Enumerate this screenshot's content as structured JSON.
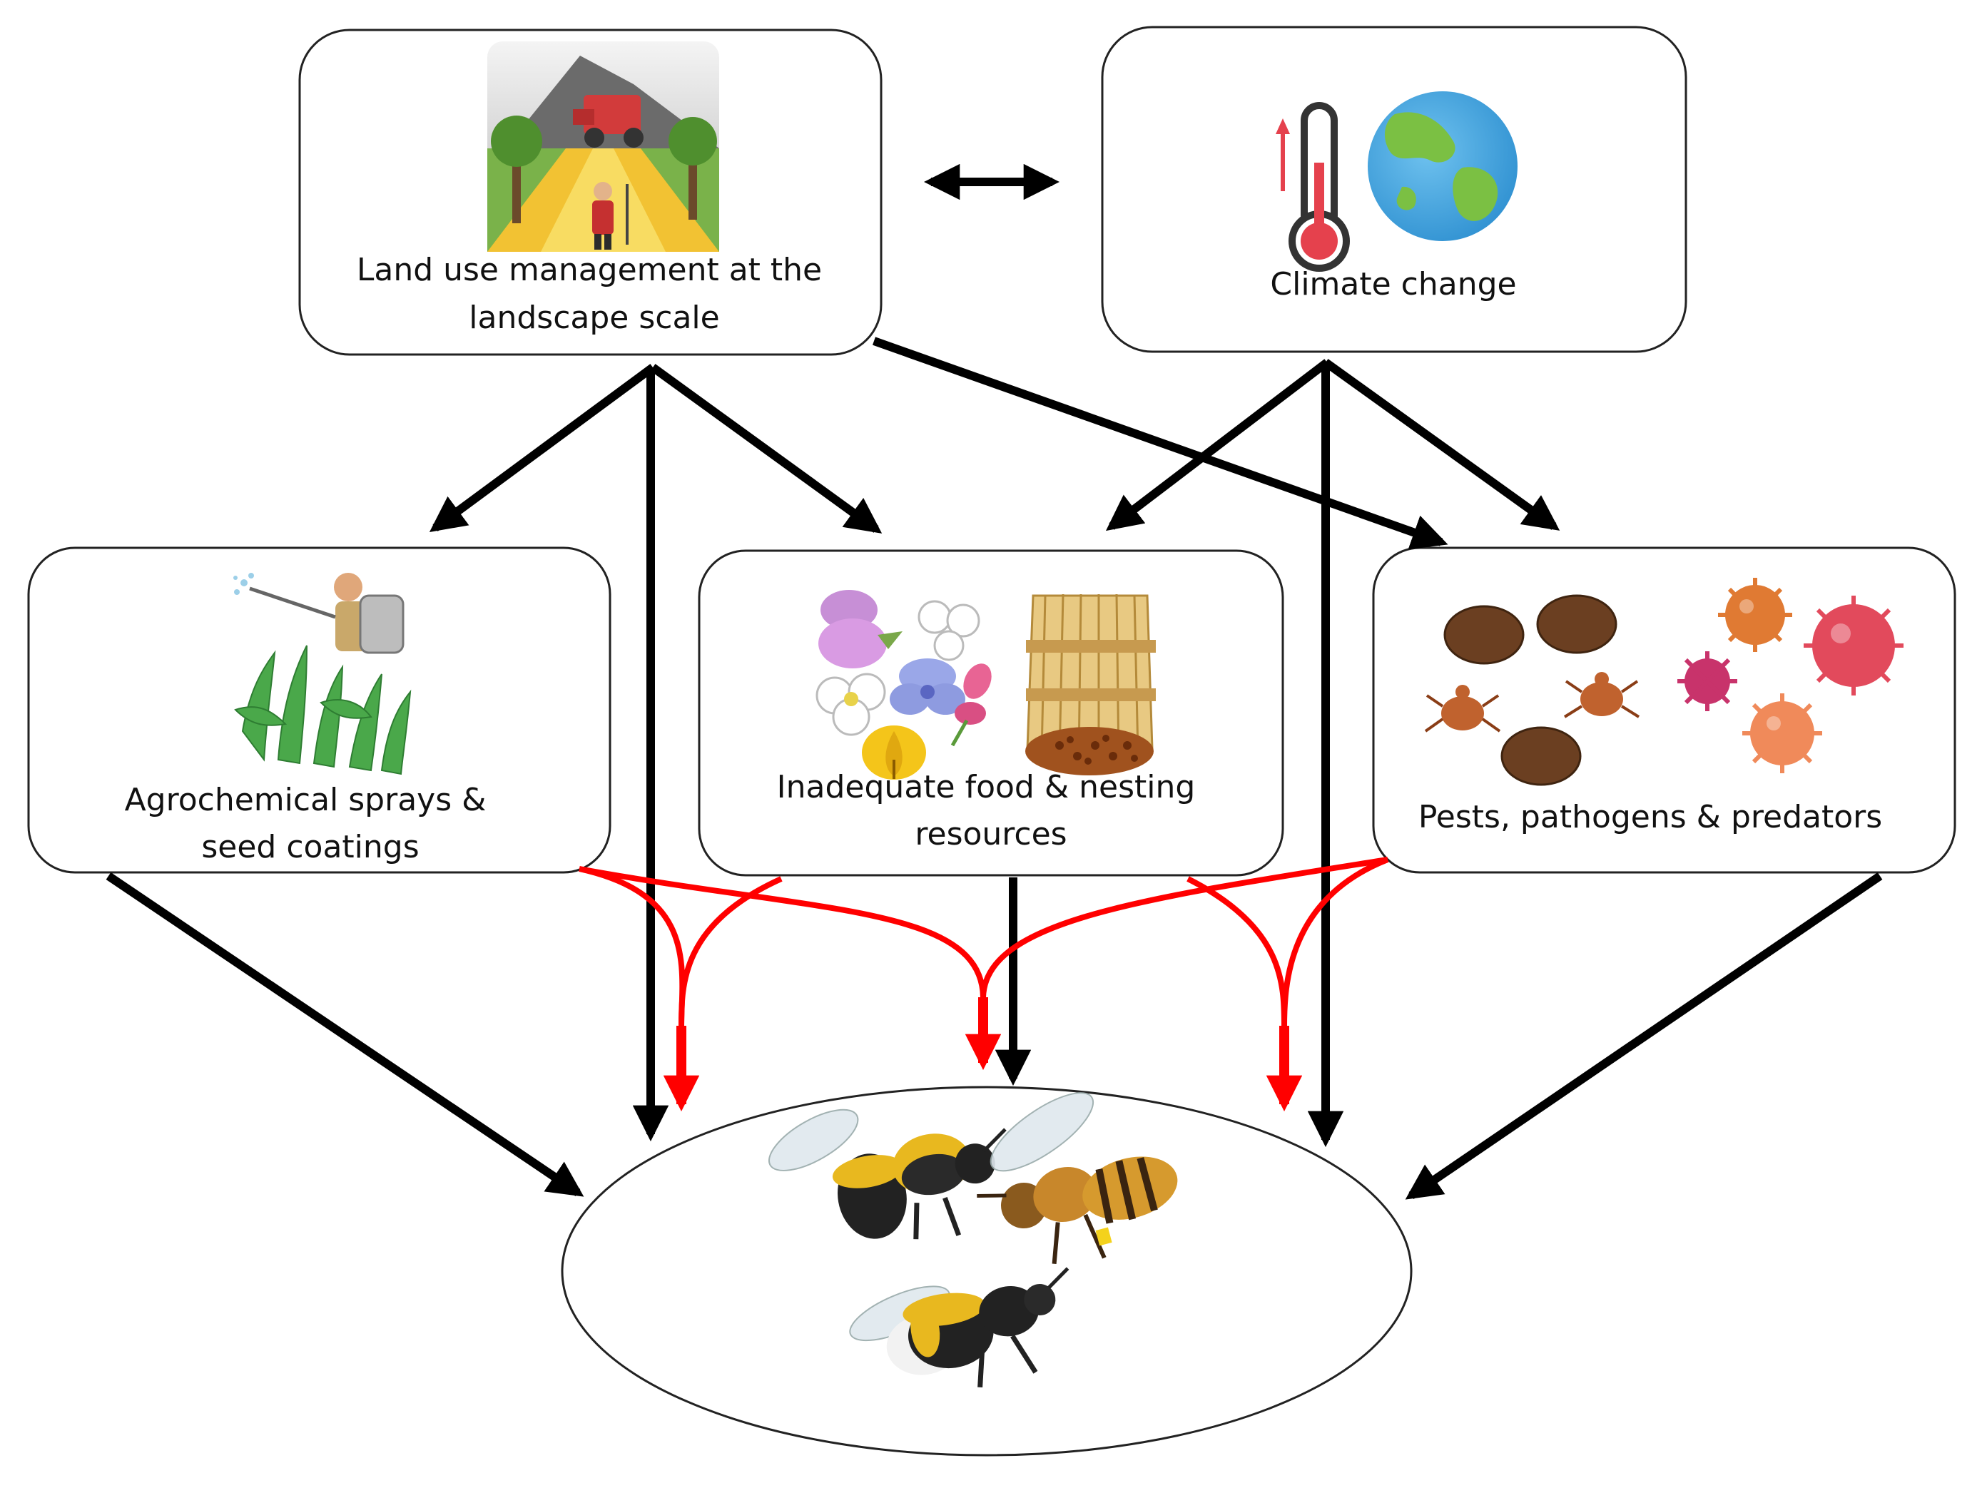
{
  "nodes": {
    "land_use": {
      "lines": [
        "Land use management at the",
        "landscape scale"
      ]
    },
    "climate": {
      "lines": [
        "Climate change"
      ]
    },
    "agro": {
      "lines": [
        "Agrochemical sprays &",
        "seed coatings"
      ]
    },
    "food": {
      "lines": [
        "Inadequate food & nesting",
        "resources"
      ]
    },
    "pests": {
      "lines": [
        "Pests, pathogens & predators"
      ]
    }
  },
  "icons": {
    "land_use": "farm-landscape-icon",
    "climate_thermometer": "thermometer-rising-icon",
    "climate_globe": "globe-icon",
    "agro": "sprayer-farmer-icon",
    "food_flowers": "flowers-icon",
    "food_nest": "reed-nest-bundle-icon",
    "pests_mites": "mites-icon",
    "pests_viruses": "virus-icon",
    "bees": "bees-icon"
  },
  "edges": [
    {
      "from": "land_use",
      "to": "climate",
      "type": "bidirectional",
      "color": "black"
    },
    {
      "from": "land_use",
      "to": "agro",
      "color": "black"
    },
    {
      "from": "land_use",
      "to": "food",
      "color": "black"
    },
    {
      "from": "land_use",
      "to": "pests",
      "color": "black"
    },
    {
      "from": "land_use",
      "to": "bees",
      "color": "black"
    },
    {
      "from": "climate",
      "to": "food",
      "color": "black"
    },
    {
      "from": "climate",
      "to": "pests",
      "color": "black"
    },
    {
      "from": "climate",
      "to": "bees",
      "color": "black"
    },
    {
      "from": "agro",
      "to": "bees",
      "color": "black"
    },
    {
      "from": "food",
      "to": "bees",
      "color": "black"
    },
    {
      "from": "pests",
      "to": "bees",
      "color": "black"
    },
    {
      "from": [
        "agro",
        "food"
      ],
      "to": "bees",
      "type": "interaction",
      "color": "red"
    },
    {
      "from": [
        "agro",
        "pests"
      ],
      "to": "bees",
      "type": "interaction",
      "color": "red"
    },
    {
      "from": [
        "food",
        "pests"
      ],
      "to": "bees",
      "type": "interaction",
      "color": "red"
    }
  ],
  "colors": {
    "line": "#000000",
    "interaction": "#ff0000",
    "box_border": "#222222"
  }
}
